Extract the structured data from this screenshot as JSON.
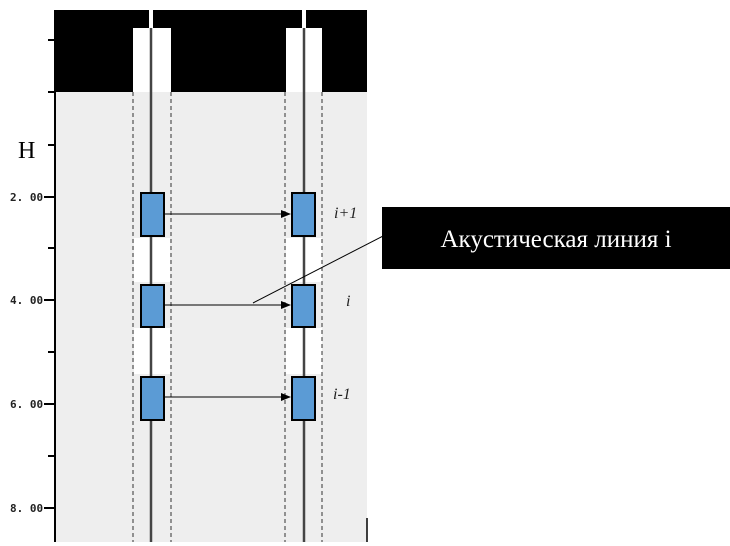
{
  "axis": {
    "label": "H",
    "ticks": [
      "2. 00",
      "4. 00",
      "6. 00",
      "8. 00"
    ]
  },
  "lines": [
    {
      "label": "i+1"
    },
    {
      "label": "i"
    },
    {
      "label": "i-1"
    }
  ],
  "callout": {
    "text": "Акустическая линия i"
  },
  "colors": {
    "well_background": "#eeeeee",
    "casing": "#000000",
    "sensor_fill": "#5b9bd5",
    "sensor_stroke": "#000000",
    "callout_bg": "#000000",
    "callout_text": "#ffffff"
  }
}
